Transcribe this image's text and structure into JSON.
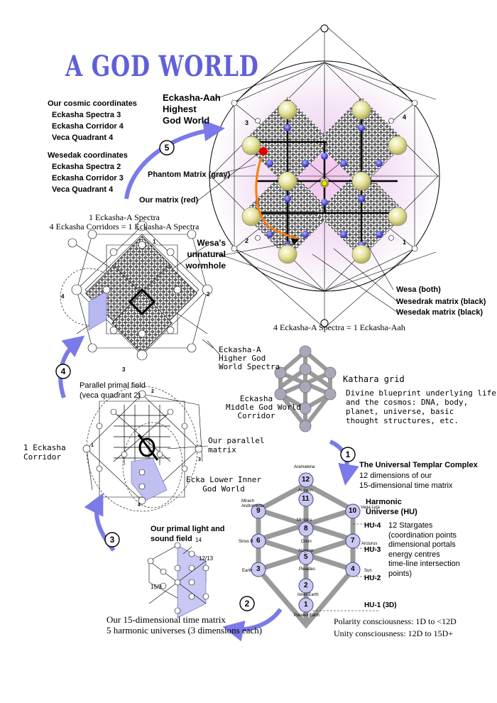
{
  "title": "A GOD WORLD",
  "cosmic": {
    "heading": "Our cosmic coordinates",
    "lines": [
      "Eckasha Spectra 3",
      "Eckasha Corridor 4",
      "Veca Quadrant 4"
    ]
  },
  "wesedak": {
    "heading": "Wesedak coordinates",
    "lines": [
      "Eckasha Spectra 2",
      "Eckasha Corridor 3",
      "Veca Quadrant 4"
    ]
  },
  "aah": {
    "title_lines": [
      "Eckasha-Aah",
      "Highest",
      "God World"
    ],
    "phantom": "Phantom Matrix (gray)",
    "our_matrix": "Our matrix (red)",
    "wormhole_lines": [
      "Wesa's",
      "unnatural",
      "wormhole"
    ],
    "wesa_both": "Wesa (both)",
    "wesedrak": "Wesedrak matrix (black)",
    "wesedak": "Wesedak matrix (black)",
    "caption": "4 Eckasha-A Spectra = 1 Eckasha-Aah",
    "quadrants": [
      "3",
      "4",
      "2",
      "1"
    ]
  },
  "spectra": {
    "caption_lines": [
      "1 Eckasha-A Spectra",
      "4 Eckasha Corridors = 1 Eckasha-A Spectra"
    ],
    "label_lines": [
      "Eckasha-A",
      "Higher God",
      "World Spectra"
    ],
    "numbers": [
      "1",
      "2",
      "3",
      "4"
    ]
  },
  "corridor": {
    "primal_lines": [
      "Parallel primal field",
      "(veca quadrant 2)"
    ],
    "middle_lines": [
      "Eckasha",
      "Middle God World",
      "Corridor"
    ],
    "parallel_lines": [
      "Our parallel",
      "matrix"
    ],
    "left_lines": [
      "1 Eckasha",
      "Corridor"
    ],
    "lower_lines": [
      "Ecka Lower Inner",
      "God World"
    ],
    "numbers": [
      "2",
      "1",
      "3",
      "4"
    ]
  },
  "primal": {
    "label_lines": [
      "Our primal light and",
      "sound field"
    ],
    "numbers": [
      "14",
      "12/13",
      "15/9"
    ],
    "caption_lines": [
      "Our 15-dimensional time matrix",
      "5 harmonic universes (3 dimensions each)"
    ]
  },
  "kathara": {
    "title": "Kathara grid",
    "desc_lines": [
      "Divine blueprint underlying life",
      "and the cosmos: DNA, body,",
      "planet, universe, basic",
      "thought structures, etc."
    ]
  },
  "templar": {
    "title": "The Universal Templar Complex",
    "desc_lines": [
      "12 dimensions of our",
      "15-dimensional time matrix"
    ],
    "hu_lines": [
      "Harmonic",
      "Universe (HU)"
    ],
    "hu4": "HU-4",
    "hu3": "HU-3",
    "hu2": "HU-2",
    "hu1": "HU-1 (3D)",
    "stargate_lines": [
      "12 Stargates",
      "(coordination points",
      "dimensional portals",
      "energy centres",
      "time-line intersection",
      "points)"
    ],
    "polarity": "Polarity consciousness:  1D to <12D",
    "unity": "Unity consciousness:  12D to 15D+",
    "nodes": [
      "12",
      "11",
      "9",
      "10",
      "8",
      "6",
      "7",
      "5",
      "3",
      "4",
      "2",
      "1"
    ],
    "node_labels": [
      "Aramatena",
      "Aveyon",
      "Mirach Andromeda",
      "Vega Lyra",
      "Mintaka",
      "Sirius B",
      "Orion",
      "Arcturus",
      "Alcyone",
      "Earth",
      "Sun",
      "Pleiades",
      "Inner Earth",
      "Parallel Earth"
    ]
  },
  "steps": [
    "1",
    "2",
    "3",
    "4",
    "5"
  ],
  "colors": {
    "title": "#6060d8",
    "arrow": "#7a7ae8",
    "node": "#c8c8f0",
    "grid": "#a0a0a0",
    "glow": "#e6c8f0",
    "sphere": "#e8e6a0",
    "red": "#e00000",
    "orange": "#ff7a00"
  }
}
